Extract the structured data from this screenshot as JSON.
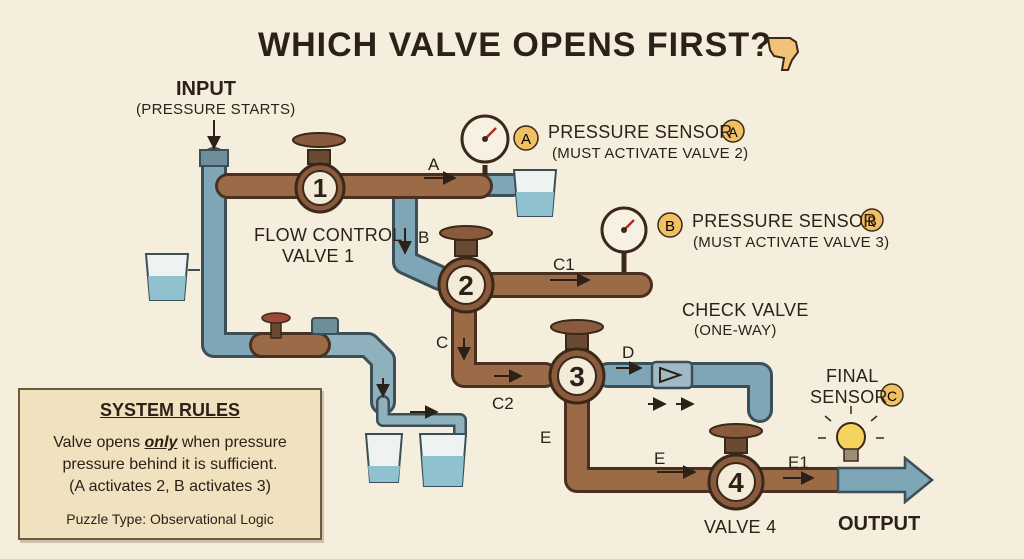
{
  "title": "WHICH VALVE OPENS FIRST?",
  "input": {
    "label": "INPUT",
    "note": "(PRESSURE STARTS)"
  },
  "valve1": {
    "number": "1",
    "name": "FLOW CONTROL",
    "name2": "VALVE 1"
  },
  "valve2": {
    "number": "2"
  },
  "valve3": {
    "number": "3"
  },
  "valve4": {
    "number": "4",
    "name": "VALVE 4"
  },
  "sensorA": {
    "badge": "A",
    "title": "PRESSURE SENSOR",
    "badge2": "A",
    "note": "(MUST ACTIVATE VALVE 2)"
  },
  "sensorB": {
    "badge": "B",
    "title": "PRESSURE SENSOR",
    "badge2": "B",
    "note": "(MUST ACTIVATE VALVE 3)"
  },
  "checkValve": {
    "title": "CHECK VALVE",
    "note": "(ONE-WAY)"
  },
  "finalSensor": {
    "line1": "FINAL",
    "line2": "SENSOR",
    "badge": "C"
  },
  "paths": {
    "A": "A",
    "B": "B",
    "C": "C",
    "C1": "C1",
    "C2": "C2",
    "D": "D",
    "E": "E",
    "E_mid": "E",
    "E1": "E1"
  },
  "output": "OUTPUT",
  "rules": {
    "heading": "SYSTEM RULES",
    "line1_pre": "Valve opens ",
    "line1_em": "only",
    "line1_post": " when pressure",
    "line2": "pressure behind it is sufficient.",
    "line3": "(A activates 2, B activates 3)",
    "puzzle_type": "Puzzle Type: Observational Logic"
  },
  "colors": {
    "blue_pipe": "#7fa6b6",
    "copper_pipe": "#9b6a47",
    "water": "#8fc1cf",
    "paper": "#f6eedd",
    "panel": "#f1e2bf",
    "badge": "#f0c063"
  }
}
